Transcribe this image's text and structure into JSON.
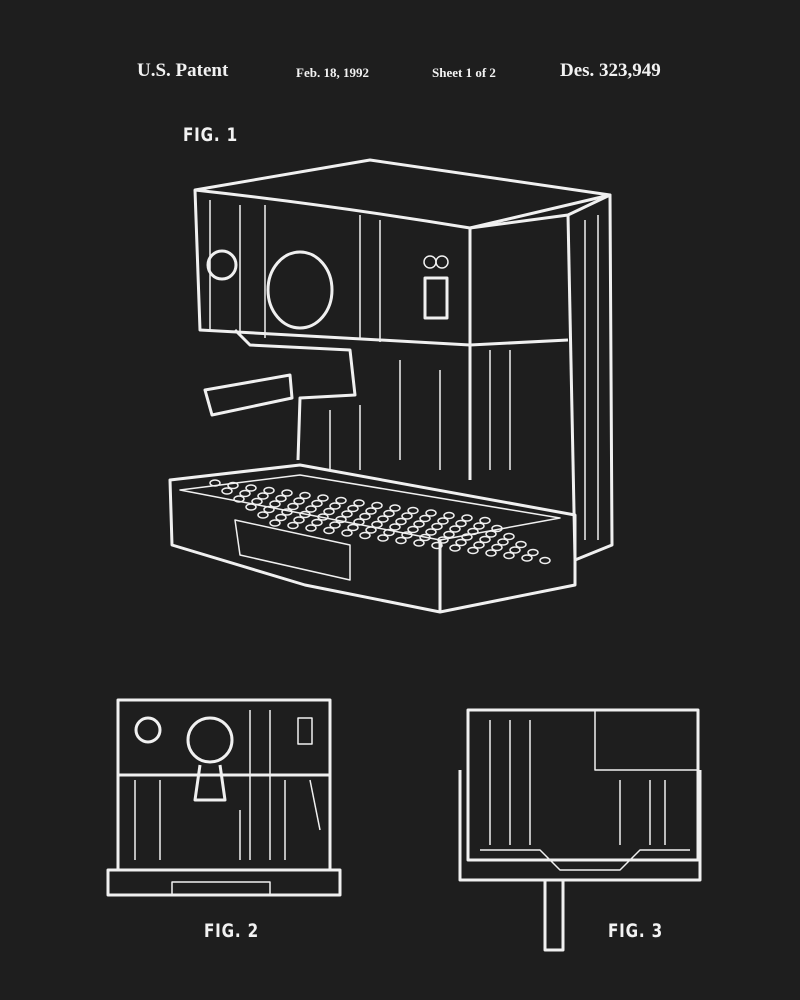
{
  "header": {
    "title": "U.S. Patent",
    "date": "Feb. 18, 1992",
    "sheet": "Sheet 1 of 2",
    "number": "Des. 323,949"
  },
  "figures": {
    "fig1": "FIG. 1",
    "fig2": "FIG. 2",
    "fig3": "FIG. 3"
  },
  "colors": {
    "background": "#1e1e1e",
    "ink": "#f0f0f0"
  }
}
